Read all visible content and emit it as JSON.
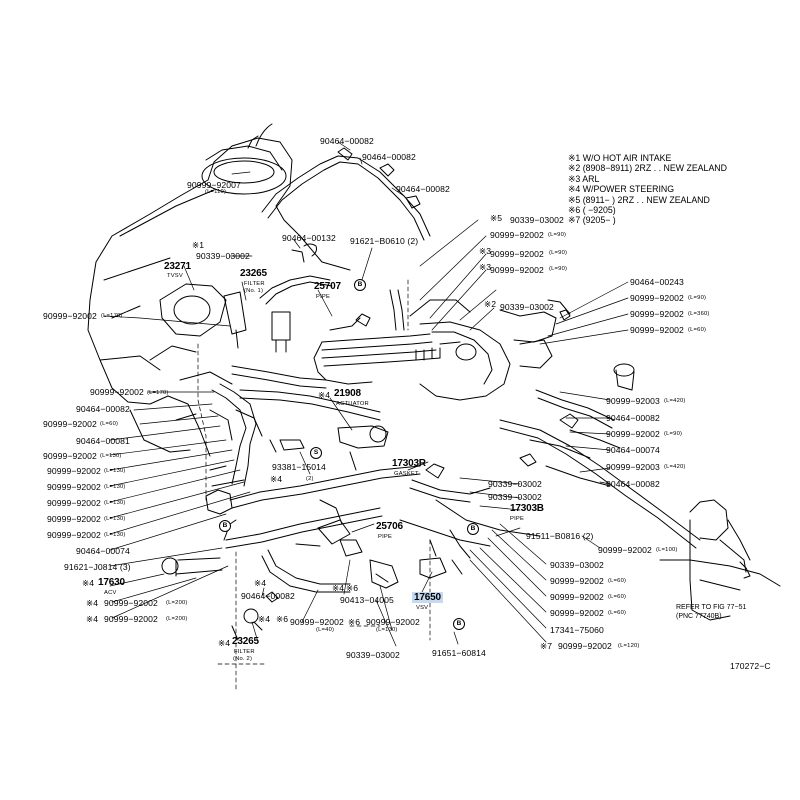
{
  "legend": [
    "※1 W/O HOT AIR INTAKE",
    "※2 (8908−8911) 2RZ . . NEW ZEALAND",
    "※3 ARL",
    "※4 W/POWER STEERING",
    "※5 (8911−        ) 2RZ . . NEW ZEALAND",
    "※6 (            −9205)",
    "※7 (9205−        )"
  ],
  "labels": {
    "p1": "90464−00082",
    "p2": "90464−00082",
    "p3": "90464−00082",
    "p4": "90999−92007",
    "p4sub": "(L=110)",
    "p5": "※1",
    "p6": "90339−03002",
    "p7": "90464−00132",
    "p8": "91621−B0610 (2)",
    "p9": "※5",
    "p10": "90339−03002",
    "p11": "90999−92002",
    "p11sub": "(L=90)",
    "p12": "※3",
    "p13": "90999−92002",
    "p13sub": "(L=90)",
    "p14": "※3",
    "p15": "90999−92002",
    "p15sub": "(L=90)",
    "p16": "※2",
    "p17": "90339−03002",
    "p18": "90999−92002",
    "p18sub": "(L=170)",
    "p19": "90999−92002",
    "p19sub": "(L=170)",
    "p20": "90464−00082",
    "p21": "90999−92002",
    "p21sub": "(L=60)",
    "p22": "90464−00081",
    "p23": "90999−92002",
    "p23sub": "(L=130)",
    "p24": "90999−92002",
    "p24sub": "(L=130)",
    "p25": "90999−92002",
    "p25sub": "(L=130)",
    "p26": "90999−92002",
    "p26sub": "(L=130)",
    "p27": "90999−92002",
    "p27sub": "(L=130)",
    "p28": "90999−92002",
    "p28sub": "(L=130)",
    "p29": "90464−00074",
    "p30": "91621−J0814 (3)",
    "p31": "※4",
    "p31b": "17630",
    "p31sub": "ACV",
    "p32": "※4",
    "p32b": "90999−92002",
    "p32sub": "(L=200)",
    "p33": "※4",
    "p33b": "90999−92002",
    "p33sub": "(L=200)",
    "p34": "※4",
    "p34b": "※6",
    "p34c": "23265",
    "p34sub": "FILTER",
    "p34sub2": "(No. 2)",
    "p35": "※4",
    "p35b": "90464−00082",
    "p36": "90999−92002",
    "p36sub": "(L=40)",
    "p37": "※4",
    "p37b": "※6",
    "p37c": "90413−04005",
    "p38": "※6",
    "p38b": "90999−92002",
    "p38sub": "(L=130)",
    "p39": "90339−03002",
    "p40": "17650",
    "p40sub": "VSV",
    "p41": "91651−60814",
    "p42": "※7",
    "p42b": "90999−92002",
    "p42sub": "(L=120)",
    "p43": "17341−75060",
    "p44": "90999−92002",
    "p44sub": "(L=60)",
    "p45": "90999−92002",
    "p45sub": "(L=60)",
    "p46": "90999−92002",
    "p46sub": "(L=60)",
    "p47": "90339−03002",
    "p48": "91511−B0816 (2)",
    "p49": "17303B",
    "p49sub": "PIPE",
    "p50": "90339−03002",
    "p51": "90339−03002",
    "p52": "17303R",
    "p52sub": "GASKET",
    "p53": "25706",
    "p53sub": "PIPE",
    "p54": "93381−15014",
    "p54b": "※4",
    "p54sub": "(2)",
    "p55": "※4",
    "p55b": "21908",
    "p55sub": "ACTUATOR",
    "p56": "25707",
    "p56sub": "PIPE",
    "p57": "23271",
    "p57sub": "TVSV",
    "p58": "23265",
    "p58sub": "FILTER",
    "p58sub2": "(No. 1)",
    "p59": "90464−00243",
    "p60": "90999−92002",
    "p60sub": "(L=90)",
    "p61": "90999−92002",
    "p61sub": "(L=360)",
    "p62": "90999−92002",
    "p62sub": "(L=60)",
    "p63": "90999−92003",
    "p63sub": "(L=420)",
    "p64": "90464−00082",
    "p65": "90999−92002",
    "p65sub": "(L=90)",
    "p66": "90464−00074",
    "p67": "90999−92003",
    "p67sub": "(L=420)",
    "p68": "90464−00082",
    "p69": "90999−92002",
    "p69sub": "(L=100)",
    "ref1": "REFER TO FIG 77−51",
    "ref2": "(PNC 77740B)",
    "code": "170272−C",
    "markB": "B",
    "markS": "S"
  },
  "colors": {
    "highlight": "#c5d9f1",
    "ink": "#000000"
  }
}
